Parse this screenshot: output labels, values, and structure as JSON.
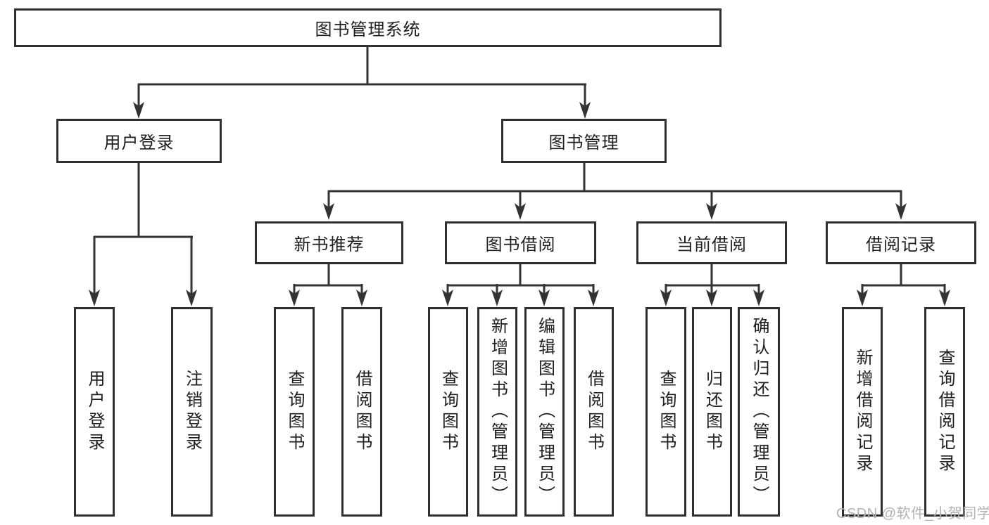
{
  "diagram": {
    "root": {
      "label": "图书管理系统"
    },
    "level2": [
      {
        "label": "用户登录"
      },
      {
        "label": "图书管理"
      }
    ],
    "level3": [
      {
        "label": "新书推荐",
        "parent": "图书管理"
      },
      {
        "label": "图书借阅",
        "parent": "图书管理"
      },
      {
        "label": "当前借阅",
        "parent": "图书管理"
      },
      {
        "label": "借阅记录",
        "parent": "图书管理"
      }
    ],
    "leaves": [
      {
        "label": "用户登录",
        "parent": "用户登录"
      },
      {
        "label": "注销登录",
        "parent": "用户登录"
      },
      {
        "label": "查询图书",
        "parent": "新书推荐"
      },
      {
        "label": "借阅图书",
        "parent": "新书推荐"
      },
      {
        "label": "查询图书",
        "parent": "图书借阅"
      },
      {
        "label": "新增图书（管理员）",
        "parent": "图书借阅"
      },
      {
        "label": "编辑图书（管理员）",
        "parent": "图书借阅"
      },
      {
        "label": "借阅图书",
        "parent": "图书借阅"
      },
      {
        "label": "查询图书",
        "parent": "当前借阅"
      },
      {
        "label": "归还图书",
        "parent": "当前借阅"
      },
      {
        "label": "确认归还（管理员）",
        "parent": "当前借阅"
      },
      {
        "label": "新增借阅记录",
        "parent": "借阅记录"
      },
      {
        "label": "查询借阅记录",
        "parent": "借阅记录"
      }
    ],
    "watermark": "CSDN @软件_小贺同学",
    "colors": {
      "line": "#333333",
      "text": "#1f1f1f",
      "background": "#ffffff",
      "watermark": "#b3b3b3"
    }
  }
}
